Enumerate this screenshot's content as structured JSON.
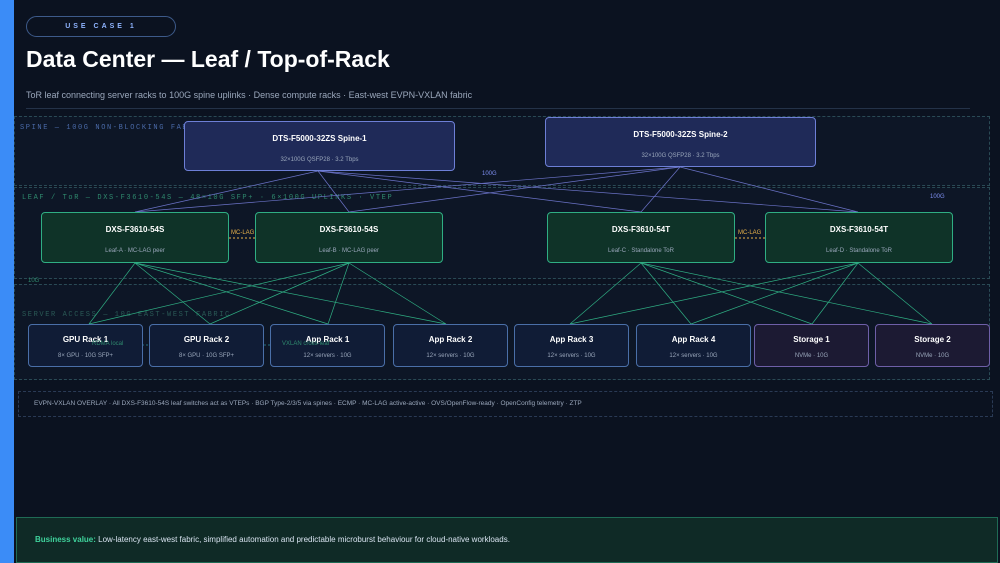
{
  "header": {
    "pill": "USE CASE 1",
    "title": "Data Center — Leaf / Top-of-Rack",
    "subtitle": "ToR leaf connecting server racks to 100G spine uplinks · Dense compute racks · East-west EVPN-VXLAN fabric"
  },
  "zones": {
    "spine": "SPINE — 100G NON-BLOCKING FABRIC",
    "leaf": "LEAF / ToR — DXS-F3610-54S — 48×10G SFP+ · 6×100G UPLINKS · VTEP",
    "access": "SERVER ACCESS — 10G EAST-WEST FABRIC"
  },
  "spines": [
    {
      "name": "DTS-F5000-32ZS  Spine-1",
      "sub": "32×100G QSFP28 · 3.2 Tbps"
    },
    {
      "name": "DTS-F5000-32ZS  Spine-2",
      "sub": "32×100G QSFP28 · 3.2 Tbps"
    }
  ],
  "leaves": [
    {
      "name": "DXS-F3610-54S",
      "sub": "Leaf-A · MC-LAG peer"
    },
    {
      "name": "DXS-F3610-54S",
      "sub": "Leaf-B · MC-LAG peer"
    },
    {
      "name": "DXS-F3610-54T",
      "sub": "Leaf-C · Standalone ToR"
    },
    {
      "name": "DXS-F3610-54T",
      "sub": "Leaf-D · Standalone ToR"
    }
  ],
  "racks": [
    {
      "name": "GPU Rack 1",
      "sub": "8× GPU · 10G SFP+"
    },
    {
      "name": "GPU Rack 2",
      "sub": "8× GPU · 10G SFP+"
    },
    {
      "name": "App Rack 1",
      "sub": "12× servers · 10G"
    },
    {
      "name": "App Rack 2",
      "sub": "12× servers · 10G"
    },
    {
      "name": "App Rack 3",
      "sub": "12× servers · 10G"
    },
    {
      "name": "App Rack 4",
      "sub": "12× servers · 10G"
    },
    {
      "name": "Storage 1",
      "sub": "NVMe · 10G"
    },
    {
      "name": "Storage 2",
      "sub": "NVMe · 10G"
    }
  ],
  "links": {
    "mclag_ab": "MC-LAG",
    "mclag_cd": "MC-LAG",
    "bw_100g_center": "100G",
    "bw_100g_right": "100G",
    "bw_10g": "10G",
    "rdma": "RDMA local",
    "vxlan": "VXLAN cross-leaf"
  },
  "overlay": "EVPN-VXLAN OVERLAY · All DXS-F3610-54S leaf switches act as VTEPs · BGP Type-2/3/5 via spines · ECMP · MC-LAG active-active · OVS/OpenFlow-ready · OpenConfig telemetry · ZTP",
  "business": {
    "label": "Business value:",
    "text": "Low-latency east-west fabric, simplified automation and predictable microburst behaviour for cloud-native workloads."
  },
  "colors": {
    "accent": "#3b8cf7",
    "spine": "#6d7fd6",
    "leaf": "#2fae83",
    "mclag": "#e8b24a"
  }
}
